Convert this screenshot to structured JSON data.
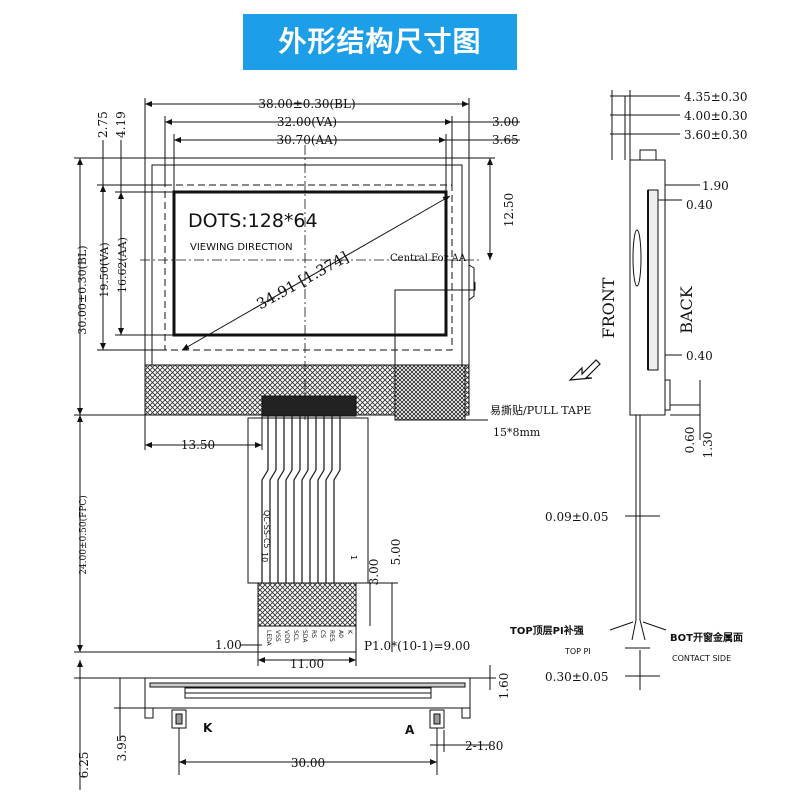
{
  "title": "外形结构尺寸图",
  "front_view": {
    "dim_bl_width": "38.00±0.30(BL)",
    "dim_va_width": "32.00(VA)",
    "dim_aa_width": "30.70(AA)",
    "dim_right_3_00": "3.00",
    "dim_right_3_65": "3.65",
    "dim_top_2_75": "2.75",
    "dim_top_4_19": "4.19",
    "dim_bl_height": "30.00±0.30(BL)",
    "dim_va_height": "19.50(VA)",
    "dim_aa_height": "16.62(AA)",
    "dim_12_50": "12.50",
    "dots_label": "DOTS:128*64",
    "viewing_direction": "VIEWING DIRECTION",
    "diagonal": "34.91 [1.374]",
    "central_for_aa": "Central For AA",
    "pull_tape": "易撕贴/PULL TAPE",
    "pull_tape_size": "15*8mm",
    "dim_13_50": "13.50",
    "dim_fpc": "24.00±0.50(FPC)",
    "fpc_code": "QC-SS-C5",
    "pin_10": "10",
    "pin_1": "1",
    "dim_3_00": "3.00",
    "dim_5_00": "5.00",
    "dim_1_00": "1.00",
    "dim_pitch": "P1.0*(10-1)=9.00",
    "dim_11_00": "11.00",
    "pin_names": [
      "LEDA",
      "VSS",
      "VDD",
      "SCL",
      "SDA",
      "RS",
      "CS",
      "RES",
      "A0",
      "K"
    ]
  },
  "side_view": {
    "dim_4_35": "4.35±0.30",
    "dim_4_00": "4.00±0.30",
    "dim_3_60": "3.60±0.30",
    "dim_1_90": "1.90",
    "dim_0_40_top": "0.40",
    "front": "FRONT",
    "back": "BACK",
    "dim_0_40_bottom": "0.40",
    "dim_0_60": "0.60",
    "dim_1_30": "1.30",
    "dim_0_09": "0.09±0.05",
    "top_pi": "TOP顶层PI补强",
    "top_pi_en": "TOP PI",
    "bot_window": "BOT开窗金属面",
    "contact_side": "CONTACT SIDE",
    "dim_0_30": "0.30±0.05"
  },
  "bottom_view": {
    "label_k": "K",
    "label_a": "A",
    "dim_1_60": "1.60",
    "dim_6_25": "6.25",
    "dim_3_95": "3.95",
    "dim_30_00": "30.00",
    "dim_2_180": "2-1.80"
  }
}
